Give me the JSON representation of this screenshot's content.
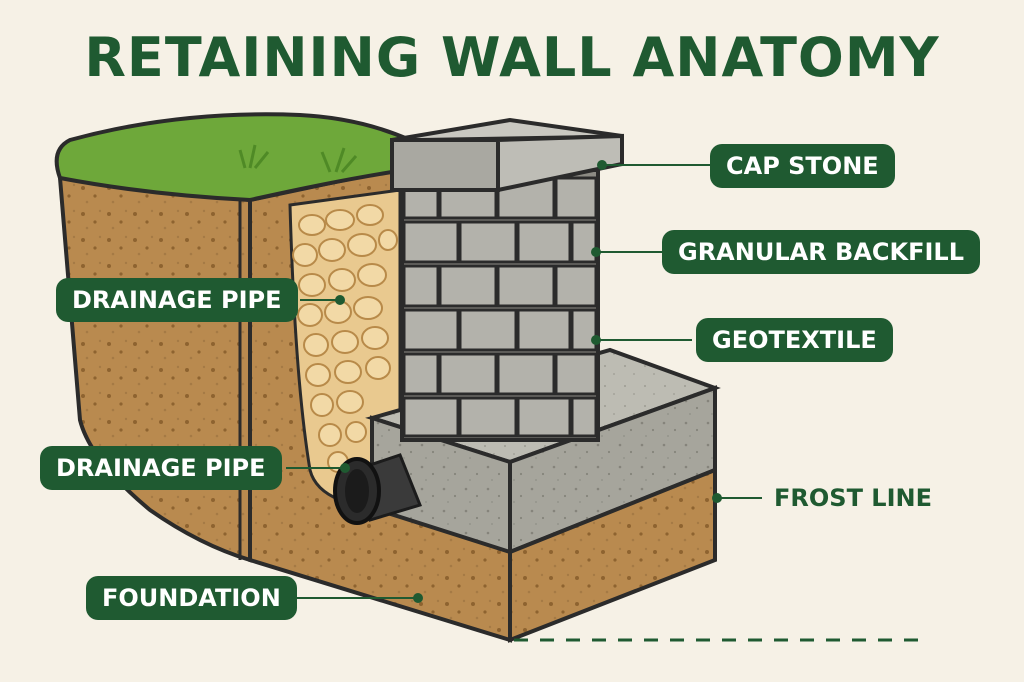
{
  "title": "RETAINING WALL ANATOMY",
  "labels": {
    "cap_stone": "CAP STONE",
    "granular_backfill": "GRANULAR BACKFILL",
    "geotextile": "GEOTEXTILE",
    "drainage_pipe_upper": "DRAINAGE PIPE",
    "drainage_pipe_lower": "DRAINAGE PIPE",
    "frost_line": "FROST LINE",
    "foundation": "FOUNDATION"
  },
  "colors": {
    "title": "#1f5a31",
    "label_bg": "#1f5a31",
    "label_text": "#ffffff",
    "grass": "#6ea83a",
    "soil": "#b98a4f",
    "soil_dark": "#9a6d38",
    "gravel": "#e6c48d",
    "block": "#a8a8a2",
    "concrete": "#a09f97",
    "pipe": "#2b2b2b",
    "background": "#f6f1e6"
  },
  "icons": {
    "drainage_pipe": "pipe-icon",
    "grass": "grass-icon"
  }
}
